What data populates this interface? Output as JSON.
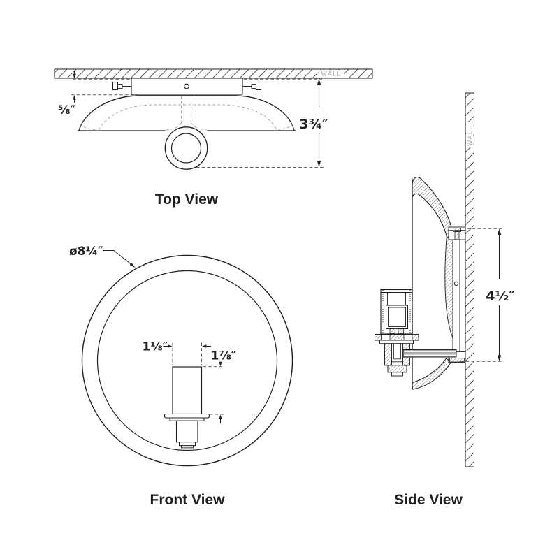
{
  "views": {
    "top": {
      "title": "Top View",
      "wall_label": "WALL",
      "dimensions": {
        "backplate_offset": "⅝″",
        "fixture_depth": "3¾″"
      }
    },
    "front": {
      "title": "Front View",
      "dimensions": {
        "diameter": "ø8¼″",
        "candle_width": "1⅛″",
        "candle_height": "1⅞″"
      }
    },
    "side": {
      "title": "Side View",
      "wall_label": "WALL",
      "dimensions": {
        "mount_height": "4½″"
      }
    }
  },
  "colors": {
    "background": "#ffffff",
    "line": "#231f20",
    "hidden_line": "#a6a8ab",
    "wall_text": "#a7a9ac"
  }
}
